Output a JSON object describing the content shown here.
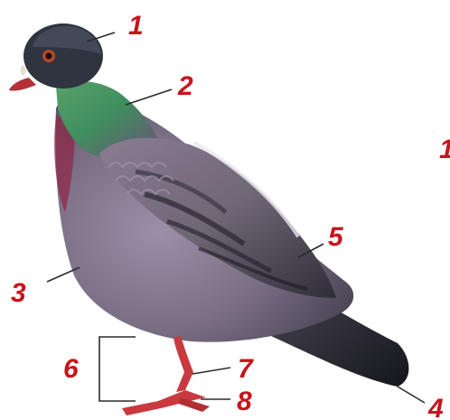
{
  "diagram": {
    "labels": [
      {
        "id": "1",
        "text": "1"
      },
      {
        "id": "2",
        "text": "2"
      },
      {
        "id": "3",
        "text": "3"
      },
      {
        "id": "4",
        "text": "4"
      },
      {
        "id": "5",
        "text": "5"
      },
      {
        "id": "6",
        "text": "6"
      },
      {
        "id": "7",
        "text": "7"
      },
      {
        "id": "8",
        "text": "8"
      },
      {
        "id": "edge",
        "text": "1"
      }
    ],
    "colors": {
      "label_red": "#c8141b",
      "leader_line": "#2b2b2b",
      "body_gray": "#7b6f86",
      "neck_green": "#3f8f5e",
      "head_dark": "#2f3440",
      "wing_gray": "#6f6676",
      "tail_dark": "#1e1f24",
      "feet_red": "#c93a3f"
    },
    "icon": "pigeon-illustration"
  }
}
